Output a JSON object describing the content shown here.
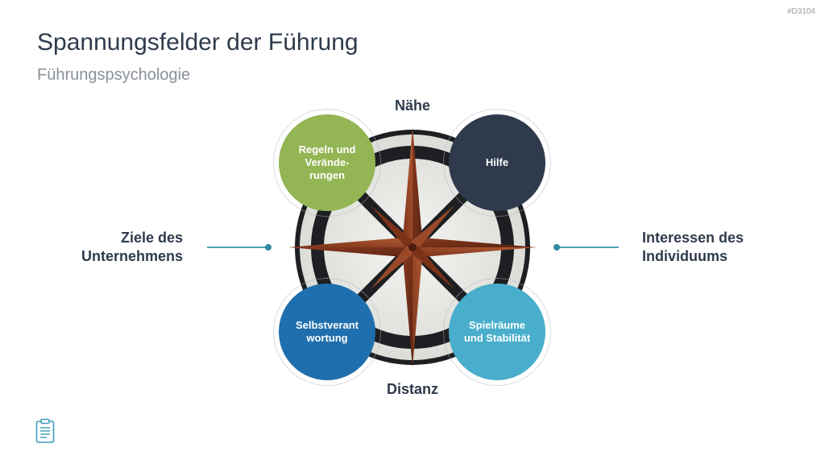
{
  "slide_id": "#D3104",
  "title": "Spannungsfelder der Führung",
  "subtitle": "Führungspsychologie",
  "poles": {
    "top": "Nähe",
    "bottom": "Distanz",
    "left": "Ziele des Unternehmens",
    "right": "Interessen des Individuums"
  },
  "quadrants": {
    "top_left": {
      "label": "Regeln und Verände-rungen",
      "color": "#93b553"
    },
    "top_right": {
      "label": "Hilfe",
      "color": "#2f3b4c"
    },
    "bottom_left": {
      "label": "Selbstverant wortung",
      "color": "#1f6fae"
    },
    "bottom_right": {
      "label": "Spielräume und Stabilität",
      "color": "#48aecb"
    }
  },
  "accent_color": "#2f8aa0",
  "icons": {
    "footer": "clipboard-icon",
    "center": "compass-rose-icon"
  }
}
